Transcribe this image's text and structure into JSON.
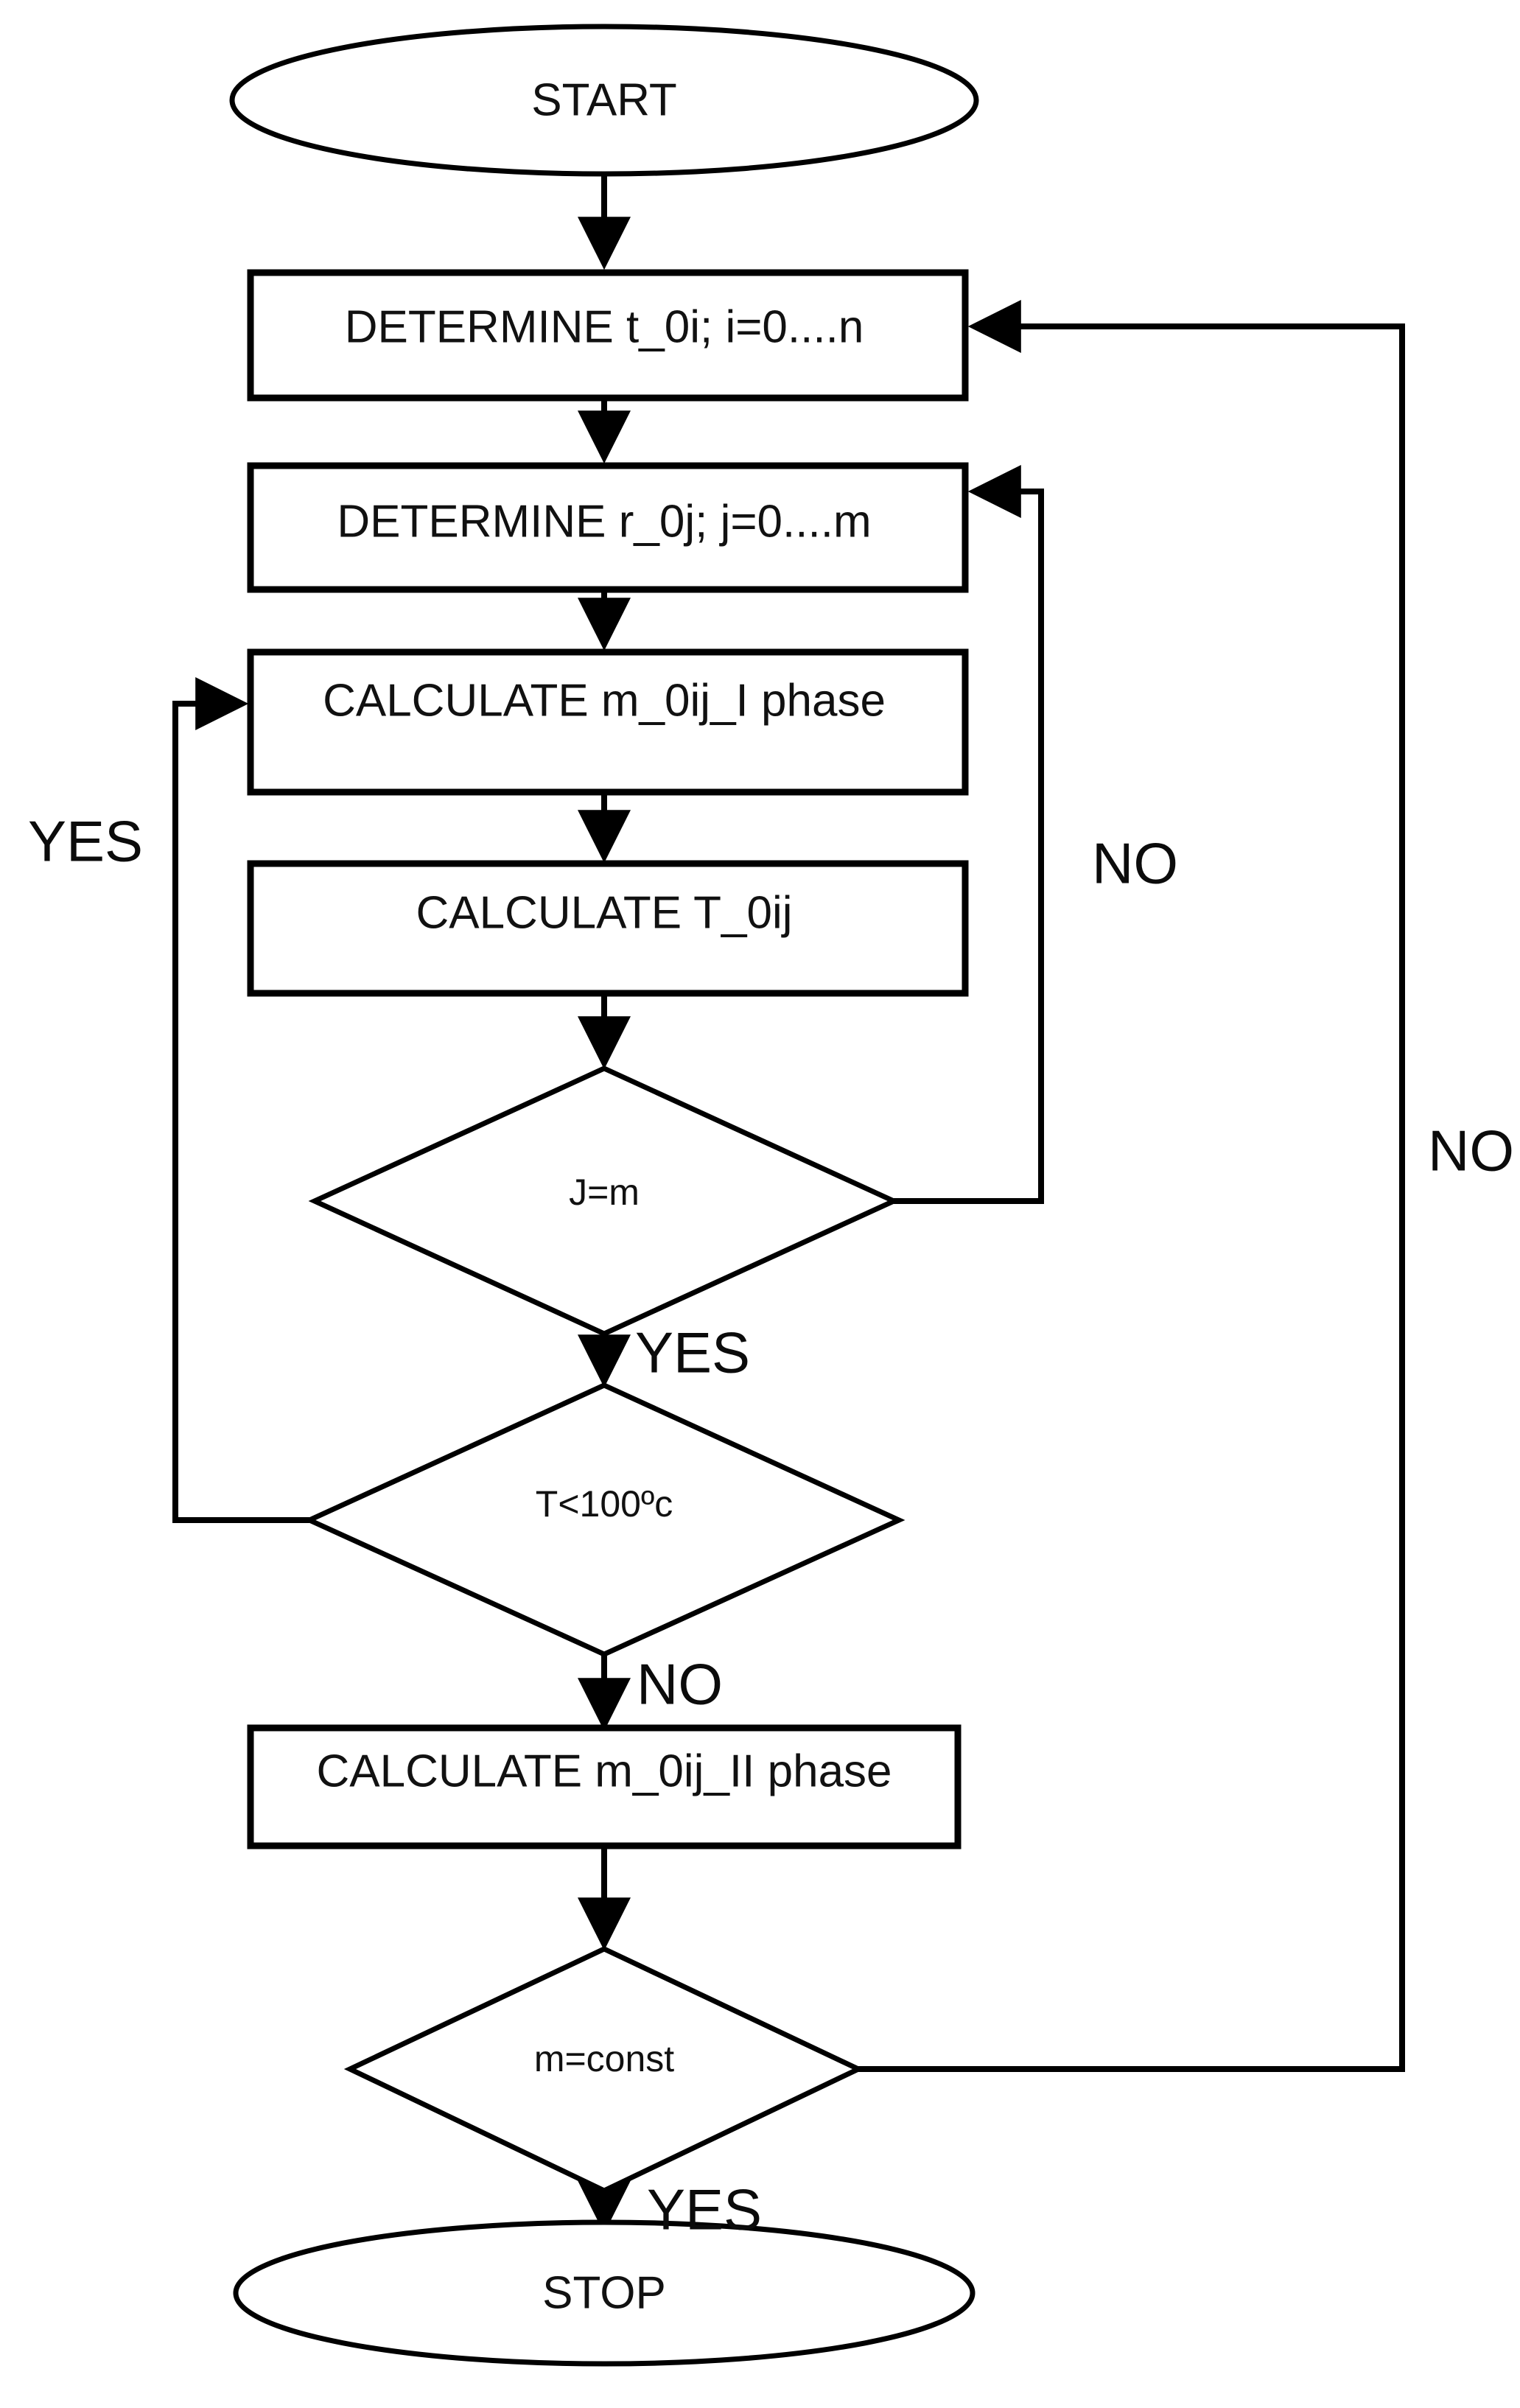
{
  "diagram": {
    "title": "Flowchart",
    "type": "flowchart",
    "stroke_color": "#000000",
    "fill_color": "#ffffff",
    "nodes": [
      {
        "id": "start",
        "shape": "ellipse",
        "label": "START"
      },
      {
        "id": "det_t",
        "shape": "process",
        "label": "DETERMINE t_0i; i=0....n"
      },
      {
        "id": "det_r",
        "shape": "process",
        "label": "DETERMINE r_0j; j=0....m"
      },
      {
        "id": "calc_m1",
        "shape": "process",
        "label": "CALCULATE m_0ij_I phase"
      },
      {
        "id": "calc_T",
        "shape": "process",
        "label": "CALCULATE T_0ij"
      },
      {
        "id": "dec_jm",
        "shape": "decision",
        "label": "J=m"
      },
      {
        "id": "dec_T",
        "shape": "decision",
        "label": "T<100ºc"
      },
      {
        "id": "calc_m2",
        "shape": "process",
        "label": "CALCULATE m_0ij_II phase"
      },
      {
        "id": "dec_mc",
        "shape": "decision",
        "label": "m=const"
      },
      {
        "id": "stop",
        "shape": "ellipse",
        "label": "STOP"
      }
    ],
    "edge_labels": [
      {
        "id": "lbl_yes_left",
        "text": "YES"
      },
      {
        "id": "lbl_no_mid",
        "text": "NO"
      },
      {
        "id": "lbl_no_right",
        "text": "NO"
      },
      {
        "id": "lbl_yes_jm",
        "text": "YES"
      },
      {
        "id": "lbl_no_t",
        "text": "NO"
      },
      {
        "id": "lbl_yes_mc",
        "text": "YES"
      }
    ]
  }
}
